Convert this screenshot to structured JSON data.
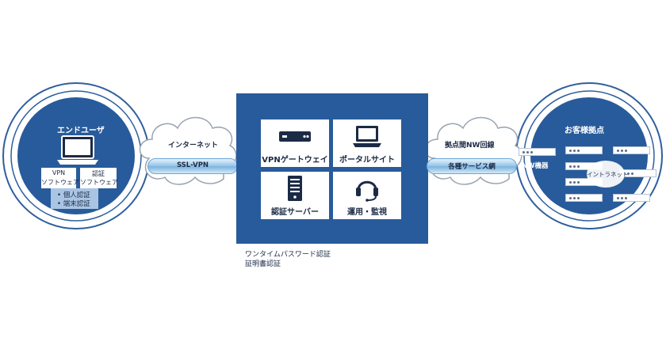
{
  "colors": {
    "navy": "#285b9b",
    "ring": "#2e5f9e",
    "tube": "#8ec0e6",
    "cloud": "#ffffff"
  },
  "left_site": {
    "title": "エンドユーザ",
    "vpn_software": [
      "VPN",
      "ソフトウェア"
    ],
    "auth_software": [
      "認証",
      "ソフトウェア"
    ],
    "auth_items": [
      "• 個人認証",
      "• 端末認証"
    ]
  },
  "left_cloud": {
    "label": "インターネット",
    "tube_label": "SSL-VPN"
  },
  "center": {
    "tiles": [
      {
        "label": "VPNゲートウェイ",
        "icon": "gateway-icon"
      },
      {
        "label": "ポータルサイト",
        "icon": "laptop-icon"
      },
      {
        "label": "認証サーバー",
        "icon": "server-icon"
      },
      {
        "label": "運用・監視",
        "icon": "headset-icon"
      }
    ],
    "caption": [
      "ワンタイムパスワード認証",
      "証明書認証"
    ]
  },
  "right_cloud": {
    "label": "拠点間NW回線",
    "tube_label": "各種サービス網"
  },
  "right_site": {
    "title": "お客様拠点",
    "nw_label": "NW機器",
    "intranet_label": "イントラネット"
  }
}
